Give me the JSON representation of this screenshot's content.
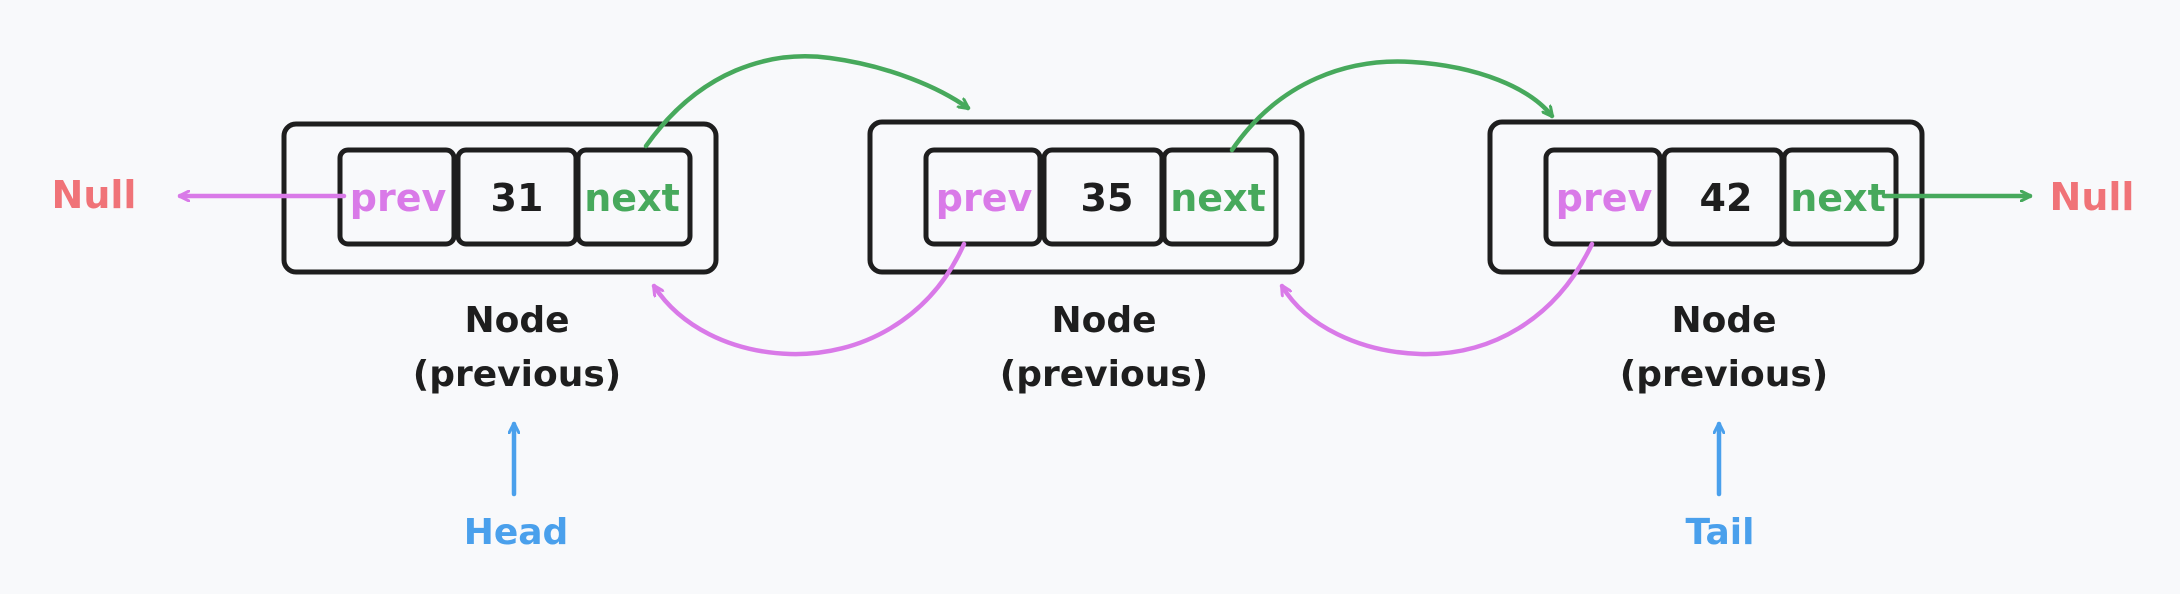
{
  "colors": {
    "background": "#f8f9fb",
    "box_stroke": "#1e1e1e",
    "prev": "#d97ae8",
    "next": "#47a95c",
    "null": "#f07378",
    "pointer": "#4aa0ec",
    "text": "#1e1e1e"
  },
  "nodes": [
    {
      "prev_label": "prev",
      "value": "31",
      "next_label": "next",
      "caption_line1": "Node",
      "caption_line2": "(previous)"
    },
    {
      "prev_label": "prev",
      "value": "35",
      "next_label": "next",
      "caption_line1": "Node",
      "caption_line2": "(previous)"
    },
    {
      "prev_label": "prev",
      "value": "42",
      "next_label": "next",
      "caption_line1": "Node",
      "caption_line2": "(previous)"
    }
  ],
  "null_left": "Null",
  "null_right": "Null",
  "head_label": "Head",
  "tail_label": "Tail"
}
